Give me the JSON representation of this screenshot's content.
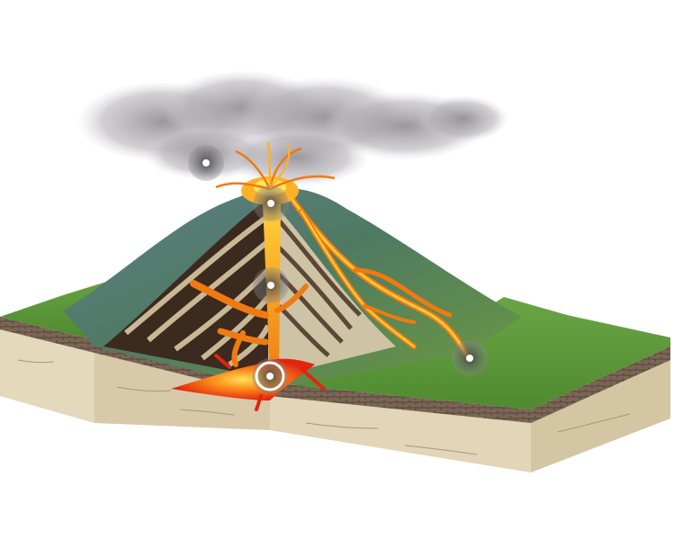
{
  "diagram": {
    "hotspots": [
      {
        "id": "ash-cloud",
        "selected": false
      },
      {
        "id": "crater",
        "selected": false
      },
      {
        "id": "conduit",
        "selected": false
      },
      {
        "id": "magma-chamber",
        "selected": true
      },
      {
        "id": "lava-flow",
        "selected": false
      }
    ]
  },
  "colors": {
    "sky": "#ffffff",
    "grass": "#5f9a3a",
    "mountain_slope": "#4f7a62",
    "layer_dark": "#3b2a1d",
    "layer_light": "#d8cdb2",
    "lava": "#f39a1b",
    "magma_core": "#ff5a12",
    "ash": "#a8a6aa",
    "soil_block": "#e4d8bd",
    "brick_stratum": "#6e5a4c",
    "hotspot_ring": "#8a8a8a",
    "hotspot_selected": "#ffffff"
  }
}
